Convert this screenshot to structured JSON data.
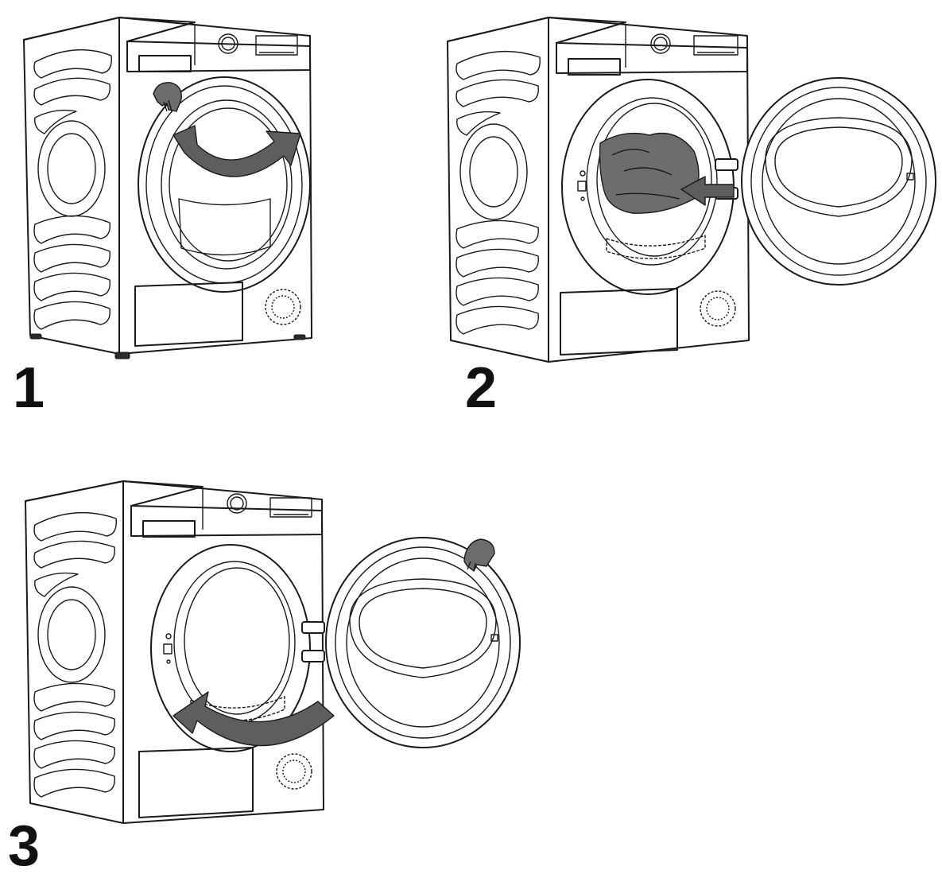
{
  "steps": [
    {
      "number": "1",
      "arrow": "curved-arrow-open-door",
      "hand": "hand-icon"
    },
    {
      "number": "2",
      "arrow": "arrow-into-drum",
      "hand": null
    },
    {
      "number": "3",
      "arrow": "curved-arrow-close-door",
      "hand": "hand-icon"
    }
  ],
  "colors": {
    "line": "#1a1a1a",
    "fill_grey": "#6d6d6d",
    "arrow_grey": "#5e5e5e",
    "background": "#ffffff"
  }
}
